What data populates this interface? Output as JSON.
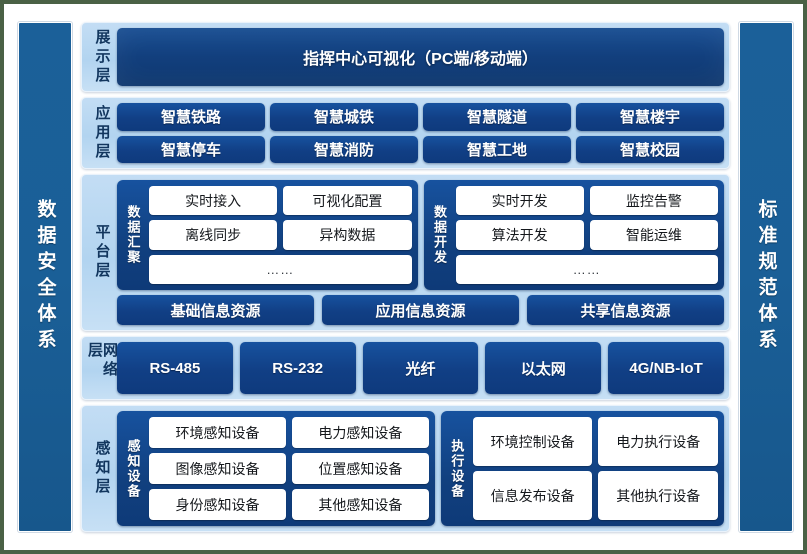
{
  "left_pillar": {
    "label": "数据安全体系"
  },
  "right_pillar": {
    "label": "标准规范体系"
  },
  "colors": {
    "page_background": "#ffffff",
    "outer_border": "#4a6145",
    "pillar_blue": "#1a5f97",
    "band_light_blue": "#b2d4f0",
    "chip_dark_blue": "#113f85",
    "white_box": "#ffffff",
    "band_label_text": "#12365e"
  },
  "layers": [
    {
      "id": "presentation",
      "label": "展示层",
      "bar": "指挥中心可视化（PC端/移动端）"
    },
    {
      "id": "application",
      "label": "应用层",
      "rows": [
        [
          "智慧铁路",
          "智慧城铁",
          "智慧隧道",
          "智慧楼宇"
        ],
        [
          "智慧停车",
          "智慧消防",
          "智慧工地",
          "智慧校园"
        ]
      ]
    },
    {
      "id": "platform",
      "label": "平台层",
      "groups": [
        {
          "label": "数据汇聚",
          "rows": [
            [
              "实时接入",
              "可视化配置"
            ],
            [
              "离线同步",
              "异构数据"
            ],
            [
              "……"
            ]
          ]
        },
        {
          "label": "数据开发",
          "rows": [
            [
              "实时开发",
              "监控告警"
            ],
            [
              "算法开发",
              "智能运维"
            ],
            [
              "……"
            ]
          ]
        }
      ],
      "resources": [
        "基础信息资源",
        "应用信息资源",
        "共享信息资源"
      ]
    },
    {
      "id": "network",
      "label": "网络层",
      "items": [
        "RS-485",
        "RS-232",
        "光纤",
        "以太网",
        "4G/NB-IoT"
      ]
    },
    {
      "id": "sensing",
      "label": "感知层",
      "groups": [
        {
          "label": "感知设备",
          "rows": [
            [
              "环境感知设备",
              "电力感知设备"
            ],
            [
              "图像感知设备",
              "位置感知设备"
            ],
            [
              "身份感知设备",
              "其他感知设备"
            ]
          ]
        },
        {
          "label": "执行设备",
          "rows": [
            [
              "环境控制设备",
              "电力执行设备"
            ],
            [
              "信息发布设备",
              "其他执行设备"
            ]
          ]
        }
      ]
    }
  ]
}
